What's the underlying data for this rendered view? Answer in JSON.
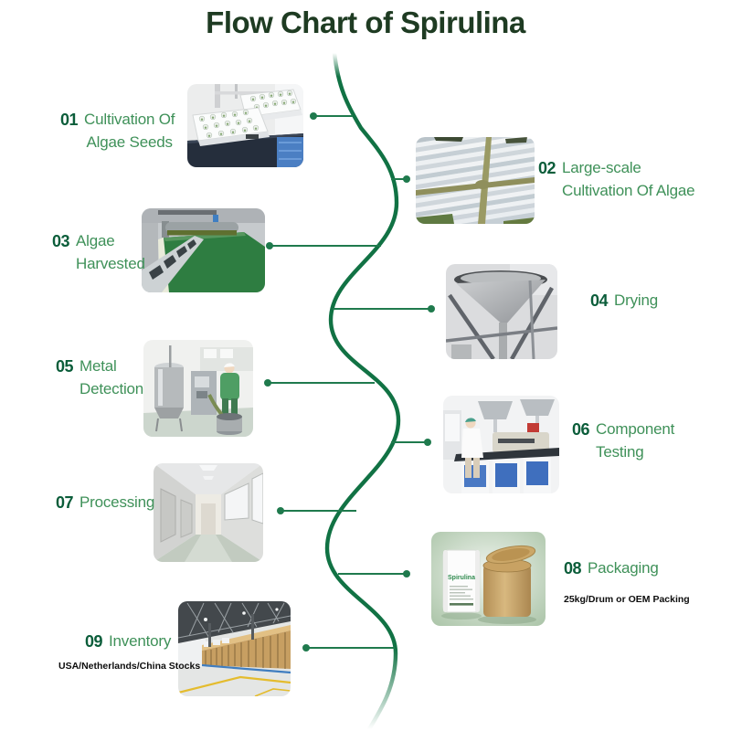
{
  "title": "Flow Chart of Spirulina",
  "colors": {
    "title_green": "#1e3b22",
    "step_number_green": "#0b5d3a",
    "step_label_green": "#3f9159",
    "curve_green": "#117244",
    "connector_green": "#1f7a4d",
    "subtitle_black": "#0d0d0d"
  },
  "steps": [
    {
      "number": "01",
      "label_line1": "Cultivation Of",
      "label_line2": "Algae Seeds",
      "photo": "lab-flask-shakers-photo"
    },
    {
      "number": "02",
      "label_line1": "Large-scale",
      "label_line2": "Cultivation Of Algae",
      "photo": "aerial-algae-ponds-photo"
    },
    {
      "number": "03",
      "label_line1": "Algae",
      "label_line2": "Harvested",
      "photo": "algae-harvest-conveyor-photo"
    },
    {
      "number": "04",
      "label_line1": "Drying",
      "photo": "spray-dryer-photo"
    },
    {
      "number": "05",
      "label_line1": "Metal",
      "label_line2": "Detection",
      "photo": "metal-detection-photo"
    },
    {
      "number": "06",
      "label_line1": "Component",
      "label_line2": "Testing",
      "photo": "component-testing-lab-photo"
    },
    {
      "number": "07",
      "label_line1": "Processing",
      "photo": "clean-corridor-photo"
    },
    {
      "number": "08",
      "label_line1": "Packaging",
      "subtitle": "25kg/Drum or OEM Packing",
      "bag_label": "Spirulina",
      "photo": "packaging-drum-bag-photo"
    },
    {
      "number": "09",
      "label_line1": "Inventory",
      "subtitle": "USA/Netherlands/China Stocks",
      "photo": "warehouse-inventory-photo"
    }
  ]
}
